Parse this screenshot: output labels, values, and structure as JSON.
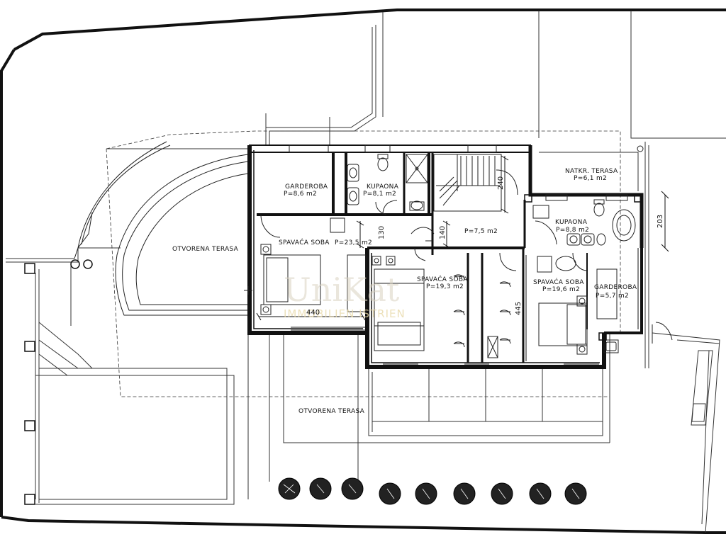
{
  "rooms": {
    "garderoba_1": {
      "name": "GARDEROBA",
      "area": "P=8,6 m2"
    },
    "kupaona_1": {
      "name": "KUPAONA",
      "area": "P=8,1 m2"
    },
    "natkr_terasa": {
      "name": "NATKR. TERASA",
      "area": "P=6,1 m2"
    },
    "spavaca_soba_1": {
      "name": "SPAVAĆA SOBA",
      "area": "P=23,5 m2"
    },
    "hodnik": {
      "area": "P=7,5 m2"
    },
    "kupaona_2": {
      "name": "KUPAONA",
      "area": "P=8,8 m2"
    },
    "spavaca_soba_2": {
      "name": "SPAVAĆA SOBA",
      "area": "P=19,3 m2"
    },
    "spavaca_soba_3": {
      "name": "SPAVAĆA SOBA",
      "area": "P=19,6 m2"
    },
    "garderoba_2": {
      "name": "GARDEROBA",
      "area": "P=5,7 m2"
    },
    "otvorena_terasa_1": {
      "name": "OTVORENA TERASA"
    },
    "otvorena_terasa_2": {
      "name": "OTVORENA TERASA"
    }
  },
  "dimensions": {
    "d240": "240",
    "d130": "130",
    "d140": "140",
    "d203": "203",
    "d440": "440",
    "d445": "445"
  },
  "watermark": {
    "brand": "UniKat",
    "tagline": "IMMOBILIEN ISTRIEN"
  },
  "colors": {
    "line": "#111111",
    "background": "#ffffff"
  }
}
